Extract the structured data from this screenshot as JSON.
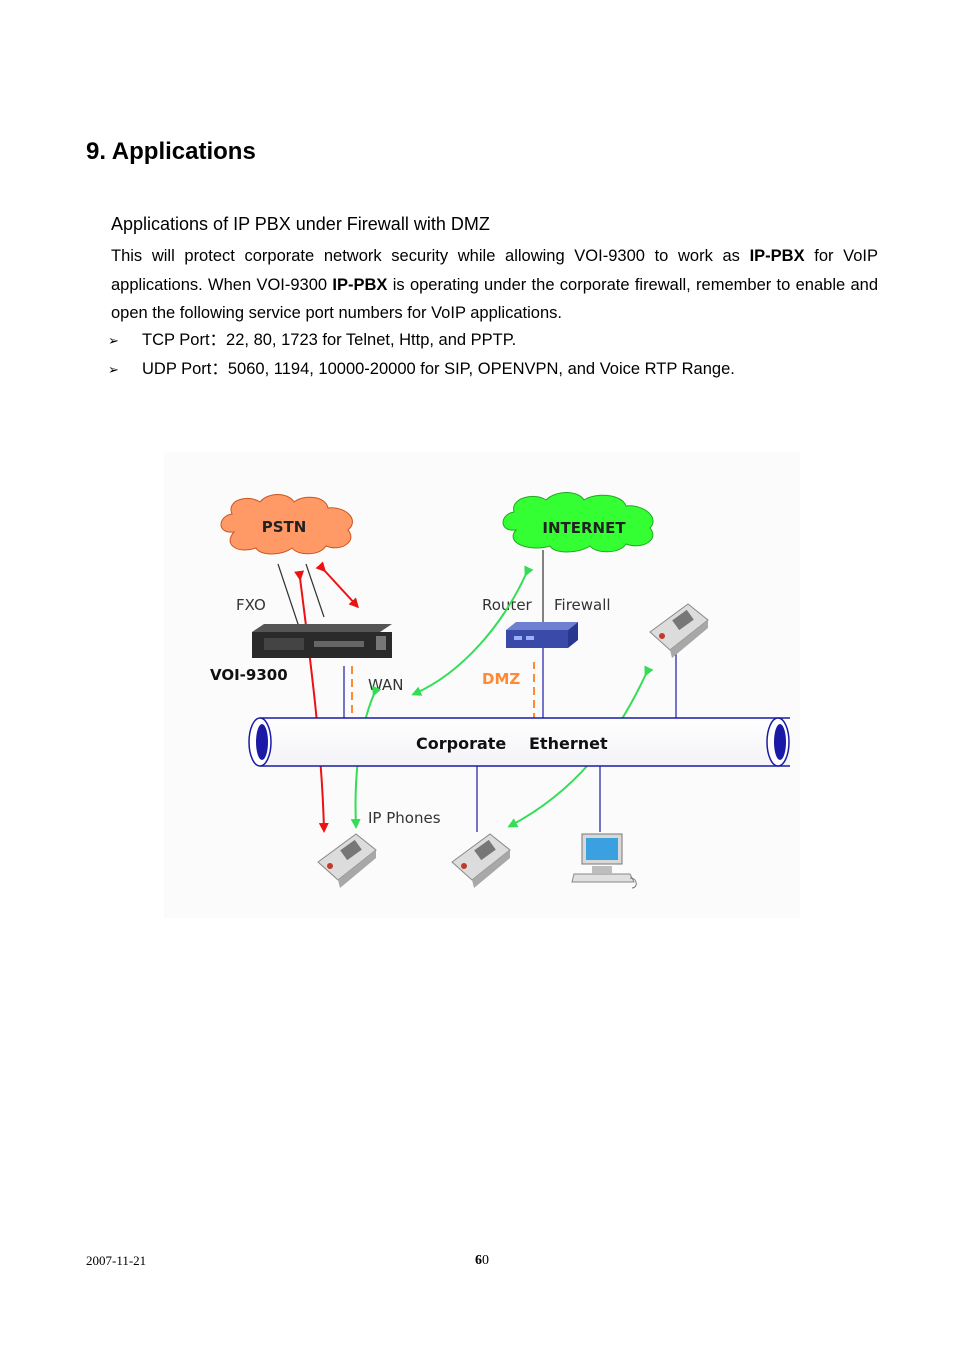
{
  "section_title": "9. Applications",
  "subheading": "Applications of IP PBX under Firewall with DMZ",
  "paragraph": {
    "t1": "This will protect corporate network security while allowing VOI-9300 to work as ",
    "b1": "IP-PBX",
    "t2": " for VoIP applications. When VOI-9300 ",
    "b2": "IP-PBX",
    "t3": " is operating under the corporate firewall, remember to enable and open the following service port numbers for VoIP applications."
  },
  "bullets": [
    "TCP Port：22, 80, 1723 for Telnet, Http, and PPTP.",
    "UDP Port：5060, 1194, 10000-20000 for SIP, OPENVPN, and Voice RTP Range."
  ],
  "bullet_mark": "➢",
  "diagram": {
    "pstn": "PSTN",
    "internet": "INTERNET",
    "fxo": "FXO",
    "router": "Router",
    "firewall": "Firewall",
    "device": "VOI-9300",
    "wan": "WAN",
    "dmz": "DMZ",
    "corporate": "Corporate",
    "ethernet": "Ethernet",
    "ip_phones": "IP Phones",
    "colors": {
      "pstn_cloud": "#ff9966",
      "internet_cloud": "#33ff33",
      "pipe_edge": "#1a1aa6",
      "dmz_line": "#ff8a33",
      "red_arrow": "#ee1111",
      "green_arrow": "#33dd55"
    }
  },
  "footer": {
    "date": "2007-11-21",
    "page_first": "6",
    "page_rest": "0"
  }
}
